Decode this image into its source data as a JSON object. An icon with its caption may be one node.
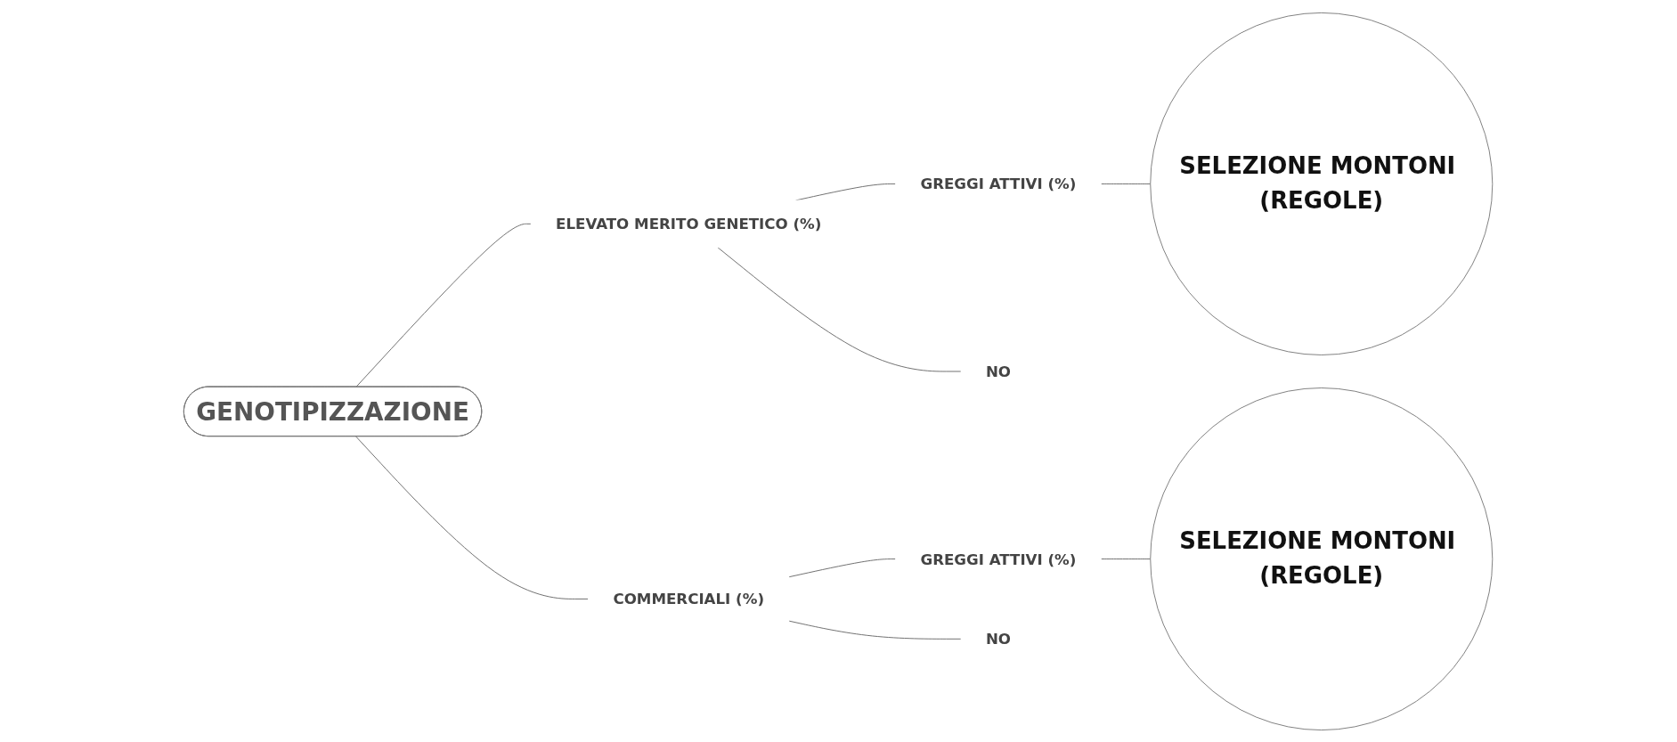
{
  "diagram": {
    "nodes": [
      {
        "text": [
          "GENOTIPIZZAZIONE"
        ]
      },
      {
        "text": [
          "ELEVATO MERITO GENETICO (%)"
        ]
      },
      {
        "text": [
          "GREGGI ATTIVI (%)"
        ]
      },
      {
        "text": [
          "SELEZIONE MONTONI (REGOLE)"
        ]
      },
      {
        "text": [
          "NO"
        ]
      },
      {
        "text": [
          "COMMERCIALI (%)"
        ]
      },
      {
        "text": [
          "GREGGI ATTIVI (%)"
        ]
      },
      {
        "text": [
          "SELEZIONE MONTONI (REGOLE)"
        ]
      },
      {
        "text": [
          "NO"
        ]
      }
    ],
    "edges": [
      {
        "from": 0,
        "to": 1,
        "arrow": "none"
      },
      {
        "from": 1,
        "to": 2,
        "arrow": "none"
      },
      {
        "from": 2,
        "to": 3,
        "arrow": "none"
      },
      {
        "from": 1,
        "to": 4,
        "arrow": "none"
      },
      {
        "from": 0,
        "to": 5,
        "arrow": "none"
      },
      {
        "from": 5,
        "to": 6,
        "arrow": "none"
      },
      {
        "from": 6,
        "to": 7,
        "arrow": "none"
      },
      {
        "from": 5,
        "to": 8,
        "arrow": "none"
      }
    ]
  }
}
